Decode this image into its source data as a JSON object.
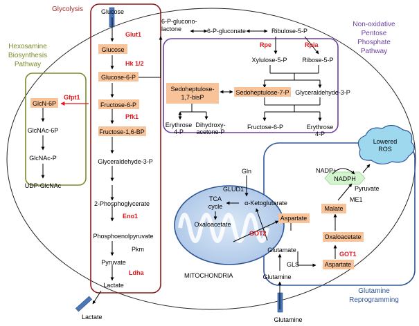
{
  "titles": {
    "glycolysis": "Glycolysis",
    "hexosamine": [
      "Hexosamine",
      "Biosynthesis",
      "Pathway"
    ],
    "pentose": [
      "Non-oxidative",
      "Pentose",
      "Phosphate",
      "Pathway"
    ],
    "glutamine": [
      "Glutamine",
      "Reprogramming"
    ],
    "mitochondria": "MITOCHONDRIA",
    "tca": [
      "TCA",
      "cycle"
    ],
    "ros": [
      "Lowered",
      "ROS"
    ]
  },
  "glycolysis": {
    "glucose_top": "Glucose",
    "glut1": "Glut1",
    "glucose": "Glucose",
    "hk": "Hk 1/2",
    "g6p": "Glucose-6-P",
    "f6p": "Fructose-6-P",
    "pfk1": "Pfk1",
    "f16bp": "Fructose-1,6-BP",
    "g3p": "Glyceraldehyde-3-P",
    "pg2": "2-Phosphoglycerate",
    "eno1": "Eno1",
    "pep": "Phosphoenolpyruvate",
    "pkm": "Pkm",
    "pyruvate": "Pyruvate",
    "ldha": "Ldha",
    "lactate": "Lactate",
    "lactate_out": "Lactate"
  },
  "hexosamine": {
    "gfpt1": "Gfpt1",
    "glcn6p": "GlcN-6P",
    "glcnac6p": "GlcNAc-6P",
    "glcnac1p": "GlcNAc-P",
    "udp": "UDP-GlcNAc"
  },
  "pentose": {
    "lactone": [
      "6-P-glucono-",
      "lactone"
    ],
    "gluconate": "6-P-gluconate",
    "ribulose": "Ribulose-5-P",
    "rpe": "Rpe",
    "rpia": "Rpia",
    "xylulose": "Xylulose-5-P",
    "ribose": "Ribose-5-P",
    "sedo17": [
      "Sedoheptulose-",
      "1,7-bisP"
    ],
    "sedo7": "Sedoheptulose-7-P",
    "g3p": "Glyceraldehyde-3-P",
    "ery1": [
      "Erythrose",
      "4-P"
    ],
    "dhap": [
      "Dihydroxy-",
      "acetone-P"
    ],
    "f6p": "Fructose-6-P",
    "ery2": [
      "Erythrose",
      "4-P"
    ]
  },
  "glutamine": {
    "gln": "Gln",
    "glud1": "GLUD1",
    "akg": "α-Ketoglutarate",
    "oaa_mito": "Oxaloacetate",
    "aspartate_mito": "Aspartate",
    "got2": "GOT2",
    "glutamate": "Glutamate",
    "gls": "GLS",
    "glutamine_in": "Glutamine",
    "glutamine_out": "Glutamine",
    "nadp": "NADP+",
    "nadph": "NADPH",
    "pyruvate": "Pyruvate",
    "me1": "ME1",
    "malate": "Malate",
    "oaa": "Oxaloacetate",
    "got1": "GOT1",
    "aspartate": "Aspartate"
  }
}
